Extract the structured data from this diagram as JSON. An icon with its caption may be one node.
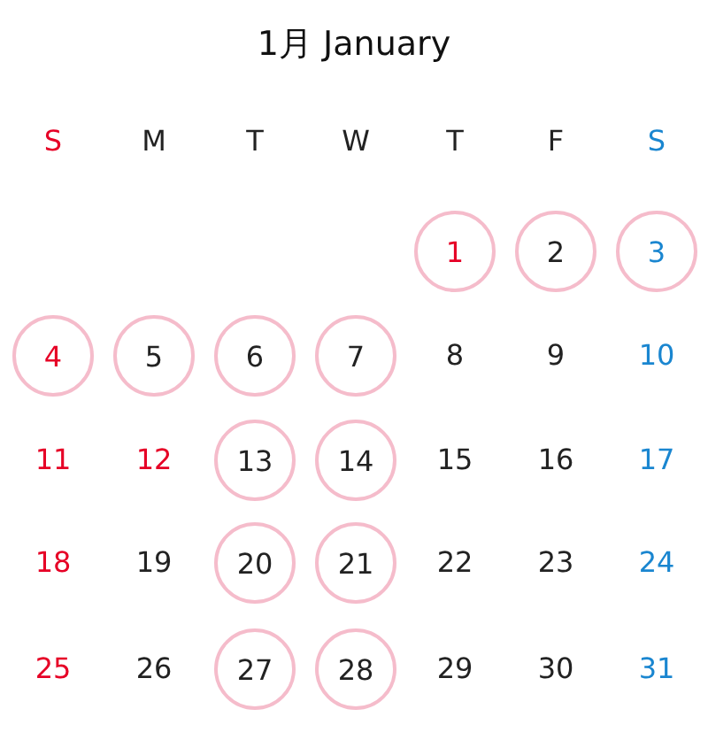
{
  "diagram": {
    "title": "1月 January",
    "nodes": [
      {
        "text": [
          "1"
        ]
      },
      {
        "text": [
          "2"
        ]
      },
      {
        "text": [
          "3"
        ]
      },
      {
        "text": [
          "4"
        ]
      },
      {
        "text": [
          "5"
        ]
      },
      {
        "text": [
          "6"
        ]
      },
      {
        "text": [
          "7"
        ]
      },
      {
        "text": [
          "13"
        ]
      },
      {
        "text": [
          "14"
        ]
      },
      {
        "text": [
          "20"
        ]
      },
      {
        "text": [
          "21"
        ]
      },
      {
        "text": [
          "27"
        ]
      },
      {
        "text": [
          "28"
        ]
      }
    ],
    "labels": [
      "S",
      "M",
      "T",
      "W",
      "T",
      "F",
      "S",
      "8",
      "9",
      "10",
      "11",
      "12",
      "15",
      "16",
      "17",
      "18",
      "19",
      "22",
      "23",
      "24",
      "25",
      "26",
      "29",
      "30",
      "31"
    ]
  }
}
